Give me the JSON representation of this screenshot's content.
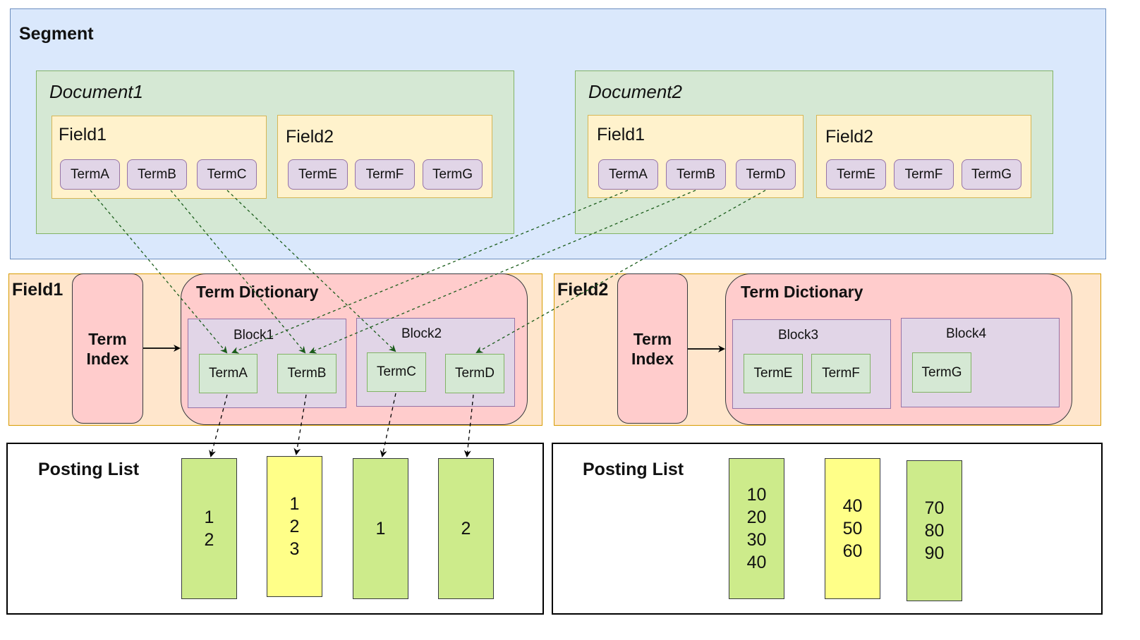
{
  "segment": {
    "title": "Segment",
    "documents": [
      {
        "title": "Document1",
        "fields": [
          {
            "title": "Field1",
            "terms": [
              "TermA",
              "TermB",
              "TermC"
            ]
          },
          {
            "title": "Field2",
            "terms": [
              "TermE",
              "TermF",
              "TermG"
            ]
          }
        ]
      },
      {
        "title": "Document2",
        "fields": [
          {
            "title": "Field1",
            "terms": [
              "TermA",
              "TermB",
              "TermD"
            ]
          },
          {
            "title": "Field2",
            "terms": [
              "TermE",
              "TermF",
              "TermG"
            ]
          }
        ]
      }
    ]
  },
  "field_sections": [
    {
      "title": "Field1",
      "term_index": {
        "line1": "Term",
        "line2": "Index"
      },
      "term_dictionary": {
        "title": "Term Dictionary",
        "blocks": [
          {
            "title": "Block1",
            "terms": [
              "TermA",
              "TermB"
            ]
          },
          {
            "title": "Block2",
            "terms": [
              "TermC",
              "TermD"
            ]
          }
        ]
      },
      "posting_list": {
        "title": "Posting List",
        "columns": [
          {
            "values": [
              "1",
              "2"
            ],
            "color": "green"
          },
          {
            "values": [
              "1",
              "2",
              "3"
            ],
            "color": "yellow"
          },
          {
            "values": [
              "1"
            ],
            "color": "green"
          },
          {
            "values": [
              "2"
            ],
            "color": "green"
          }
        ]
      }
    },
    {
      "title": "Field2",
      "term_index": {
        "line1": "Term",
        "line2": "Index"
      },
      "term_dictionary": {
        "title": "Term Dictionary",
        "blocks": [
          {
            "title": "Block3",
            "terms": [
              "TermE",
              "TermF"
            ]
          },
          {
            "title": "Block4",
            "terms": [
              "TermG"
            ]
          }
        ]
      },
      "posting_list": {
        "title": "Posting List",
        "columns": [
          {
            "values": [
              "10",
              "20",
              "30",
              "40"
            ],
            "color": "green"
          },
          {
            "values": [
              "40",
              "50",
              "60"
            ],
            "color": "yellow"
          },
          {
            "values": [
              "70",
              "80",
              "90"
            ],
            "color": "green"
          }
        ]
      }
    }
  ],
  "colors": {
    "segment_fill": "#dae8fc",
    "document_fill": "#d5e8d4",
    "field_fill": "#fff2cc",
    "term_fill": "#e1d5e7",
    "field_section_fill": "#ffe6cc",
    "dictionary_fill": "#ffcccc",
    "posting_green": "#cdeb8b",
    "posting_yellow": "#ffff88",
    "mapping_arrow": "#1a5c1a"
  }
}
